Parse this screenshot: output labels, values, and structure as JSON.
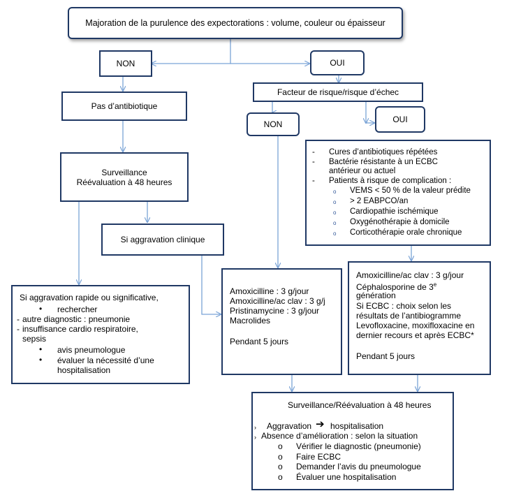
{
  "colors": {
    "border": "#1f3864",
    "arrow": "#7aa3d6"
  },
  "top": "Majoration de la purulence des expectorations : volume, couleur ou épaisseur",
  "non_main": "NON",
  "oui_main": "OUI",
  "no_antibio": "Pas d’antibiotique",
  "surveillance": [
    "Surveillance",
    "Réévaluation à 48 heures"
  ],
  "aggravation": "Si aggravation clinique",
  "rapid": {
    "title": "Si aggravation rapide ou significative,",
    "rechercher": "rechercher",
    "items": [
      "autre diagnostic : pneumonie",
      "insuffisance cardio respiratoire,",
      "sepsis"
    ],
    "actions": [
      "avis pneumologue",
      "évaluer la nécessité d’une",
      "hospitalisation"
    ]
  },
  "risk": "Facteur de risque/risque d’échec",
  "non_risk": "NON",
  "oui_risk": "OUI",
  "risk_factors": {
    "items": [
      "Cures d’antibiotiques répétées",
      "Bactérie résistante à un ECBC",
      "antérieur ou actuel",
      "Patients à risque de complication :"
    ],
    "sub": [
      "VEMS < 50 % de la valeur prédite",
      "> 2 EABPCO/an",
      "Cardiopathie ischémique",
      "Oxygénothérapie à domicile",
      "Corticothérapie orale chronique"
    ]
  },
  "treat_non": {
    "lines": [
      "Amoxicilline : 3 g/jour",
      "Amoxicilline/ac clav : 3 g/j",
      "Pristinamycine : 3 g/jour",
      "Macrolides"
    ],
    "duration": "Pendant 5 jours"
  },
  "treat_oui": {
    "lines": [
      "Amoxicilline/ac clav : 3 g/jour",
      "Céphalosporine de 3",
      "génération",
      "Si ECBC : choix selon les",
      "résultats de l’antibiogramme",
      "Levofloxacine, moxifloxacine en",
      "dernier recours et après ECBC*"
    ],
    "superscript": "e",
    "duration": "Pendant 5 jours"
  },
  "final": {
    "title": "Surveillance/Réévaluation à 48 heures",
    "aggravation": "Aggravation",
    "arrow_symbol": "➔",
    "hospit": "hospitalisation",
    "absence": "Absence d’amélioration : selon la situation",
    "sub": [
      "Vérifier le diagnostic (pneumonie)",
      "Faire ECBC",
      "Demander l’avis du pneumologue",
      "Évaluer une hospitalisation"
    ]
  }
}
